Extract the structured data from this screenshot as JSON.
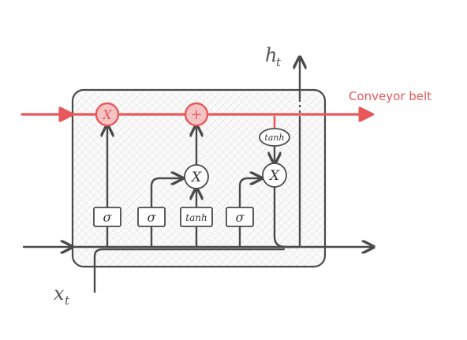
{
  "labels": {
    "conveyor": "Conveyor belt",
    "h_main": "h",
    "h_sub": "t",
    "x_main": "x",
    "x_sub": "t"
  },
  "gates": {
    "sigma1": "σ",
    "sigma2": "σ",
    "tanh_gate": "tanh",
    "sigma3": "σ"
  },
  "ops": {
    "forget_multiply": "X",
    "cell_add": "+",
    "input_multiply": "X",
    "output_multiply": "X",
    "tanh_cell": "tanh"
  },
  "colors": {
    "ink": "#4a4a4a",
    "accent_red": "#e8585a",
    "hatch": "#d9d9d9"
  }
}
